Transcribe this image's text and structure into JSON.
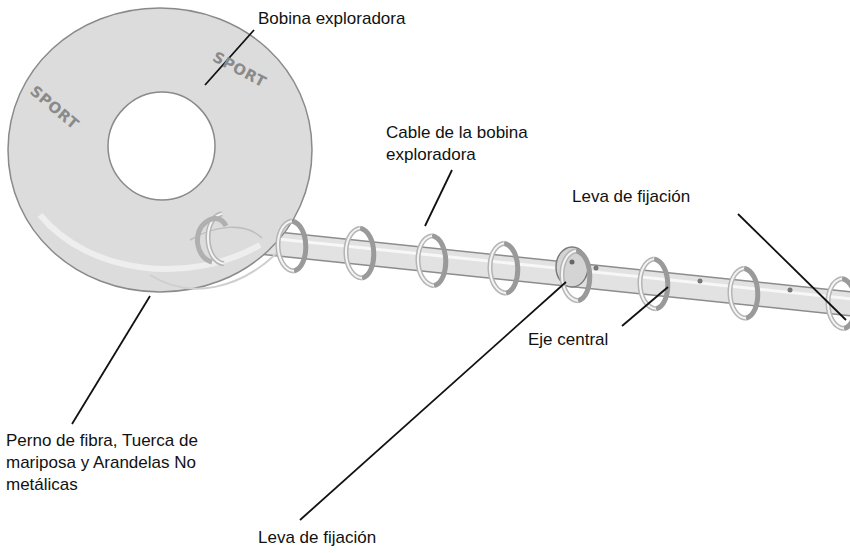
{
  "diagram": {
    "labels": [
      "Bobina exploradora",
      "SPORT",
      "SPORT",
      "Cable de la bobina exploradora",
      "Leva de fijación",
      "Perno de fibra, Tuerca de mariposa y Arandelas No metálicas",
      "Eje central",
      "Leva de fijación"
    ]
  }
}
